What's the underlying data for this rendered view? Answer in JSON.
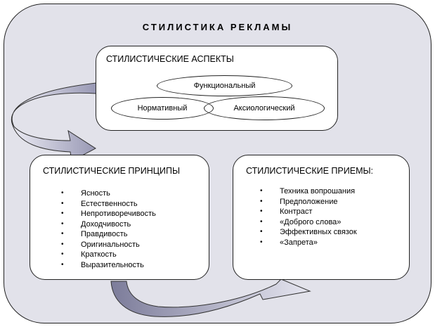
{
  "title": "СТИЛИСТИКА РЕКЛАМЫ",
  "aspects": {
    "heading": "СТИЛИСТИЧЕСКИЕ АСПЕКТЫ",
    "functional": "Функциональный",
    "normative": "Нормативный",
    "axiological": "Аксиологический"
  },
  "principles": {
    "heading": "СТИЛИСТИЧЕСКИЕ ПРИНЦИПЫ",
    "items": [
      "Ясность",
      "Естественность",
      "Непротиворечивость",
      "Доходчивость",
      "Правдивость",
      "Оригинальность",
      "Краткость",
      "Выразительность"
    ]
  },
  "techniques": {
    "heading": "СТИЛИСТИЧЕСКИЕ ПРИЕМЫ:",
    "items": [
      "Техника вопрошания",
      "Предположение",
      "Контраст",
      "«Доброго слова»",
      "Эффективных связок",
      "«Запрета»"
    ]
  },
  "colors": {
    "background": "#e2e2ea",
    "arrow_light": "#dcdcea",
    "arrow_dark": "#8a8aa4"
  }
}
